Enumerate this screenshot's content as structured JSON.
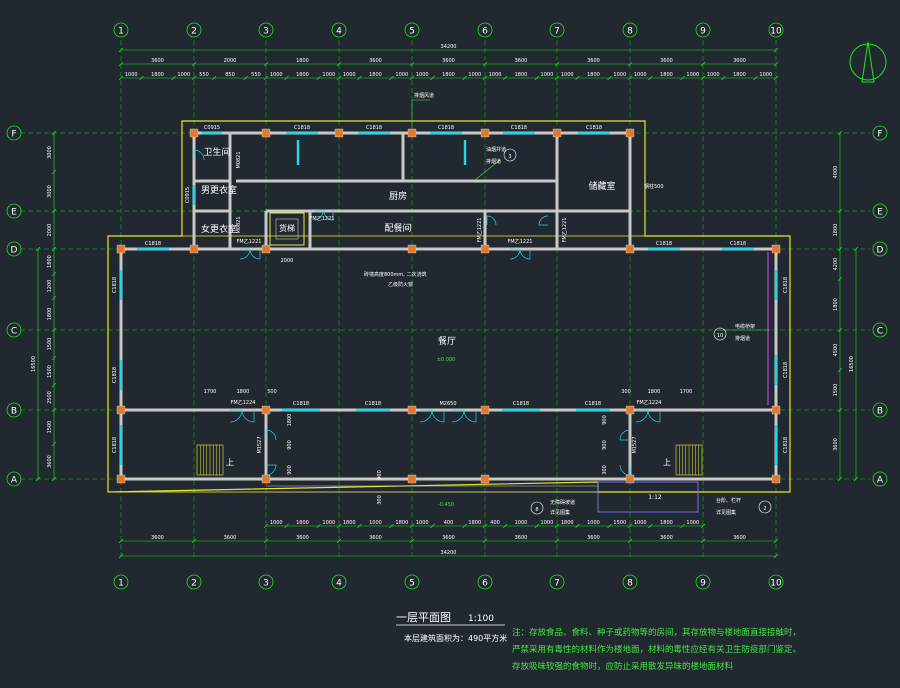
{
  "grid": {
    "columns": [
      "1",
      "2",
      "3",
      "4",
      "5",
      "6",
      "7",
      "8",
      "9",
      "10"
    ],
    "rows": [
      "F",
      "E",
      "D",
      "C",
      "B",
      "A"
    ]
  },
  "dims": {
    "top_overall": "34200",
    "top_bays": [
      "3600",
      "2000",
      "1800",
      "3600",
      "3600",
      "3600",
      "3600",
      "3600",
      "3600"
    ],
    "top_detail": [
      "1000",
      "1800",
      "1000",
      "550",
      "850",
      "550",
      "1000",
      "1800",
      "1000",
      "1000",
      "1800",
      "1000",
      "1000",
      "1800",
      "1000",
      "1000",
      "1800",
      "1000",
      "1000",
      "1800",
      "1000",
      "1000",
      "1800",
      "1000",
      "1000",
      "1800",
      "1000"
    ],
    "left_bays": [
      "3000",
      "3000",
      "2000",
      "1800",
      "1200",
      "1800",
      "1500",
      "1500",
      "2500",
      "1500",
      "3600"
    ],
    "left_overall": "16500",
    "right_bays": [
      "4000",
      "1800",
      "4200",
      "1800",
      "4500",
      "1500",
      "3600"
    ],
    "right_overall": "16500",
    "bottom_detail": [
      "1000",
      "1800",
      "1000",
      "1800",
      "1000",
      "1800",
      "1000",
      "400",
      "1800",
      "400",
      "1000",
      "1000",
      "1800",
      "1000",
      "1500",
      "1000",
      "1800",
      "1000"
    ],
    "bottom_bays": [
      "3600",
      "3600",
      "3600",
      "3600",
      "3600",
      "3600",
      "3600",
      "3600",
      "3600"
    ],
    "bottom_overall": "34200",
    "inner": [
      "1700",
      "1800",
      "500",
      "300",
      "1800",
      "1700",
      "2000",
      "1800",
      "900",
      "900",
      "900",
      "300",
      "900",
      "900",
      "300"
    ]
  },
  "rooms": {
    "toilet": "卫生间",
    "male_locker": "男更衣室",
    "female_locker": "女更衣室",
    "kitchen": "厨房",
    "serving": "配餐间",
    "storage": "储藏室",
    "elevator": "货梯",
    "dining": "餐厅",
    "elev_text": "±0.000",
    "outdoor_elev": "-0.450",
    "up_left": "上",
    "up_right": "上",
    "ramp_ratio": "1:12"
  },
  "windows": {
    "top": [
      "C0915",
      "C1818",
      "C1818",
      "C1818",
      "C1818",
      "C1818"
    ],
    "d_row": [
      "C1818",
      "C1818",
      "C1818"
    ],
    "b_row": [
      "C1818",
      "C1818",
      "M2650",
      "C1818",
      "C1818"
    ],
    "left_side": [
      "C1818",
      "C1818",
      "C1818"
    ],
    "right_side": [
      "C1818",
      "C1818",
      "C1818"
    ],
    "small_left": "C0915"
  },
  "doors": {
    "fmz1": "FM乙1221",
    "fmz2": "FM乙1221",
    "fmz3": "FM乙1221",
    "fmz4": "FM乙1221",
    "fmz5": "FM乙1221",
    "fmz6": "FM乙1224",
    "fmz7": "FM乙1224",
    "m0821a": "M0821",
    "m0821b": "M0821",
    "m1527a": "M1527",
    "m1527b": "M1527"
  },
  "notes": {
    "drain_top": "排烟风道",
    "exhaust": "油烟井道",
    "exhaust2": "排烟道",
    "smoke_right": "电缆桥架",
    "smoke_right2": "排烟道",
    "wall_text": "砖墙高度800mm, 二次浇筑",
    "wall_text2": "乙级防火窗",
    "ramp_note": "无障碍坡道",
    "ramp_note2": "详见图集",
    "right_note": "台阶、栏杆",
    "right_note2": "详见图集",
    "steel_text": "钢柱500",
    "callout_3": "3",
    "callout_10": "10",
    "callout_8": "8",
    "callout_2": "2"
  },
  "title": {
    "name": "一层平面图",
    "scale": "1:100",
    "area": "本层建筑面积为：490平方米"
  },
  "remark": [
    "注：存放食品、食料、种子或药物等的房间，其存放物与楼地面直接接触时，",
    "严禁采用有毒性的材料作为楼地面，材料的毒性应经有关卫生防疫部门鉴定。",
    "存放吸味较强的食物时，应防止采用散发异味的楼地面材料"
  ],
  "colors": {
    "bg": "#212830",
    "axis_line": "#19e619",
    "axis_text": "#ffffff",
    "wall": "#c8c8c8",
    "slab": "#e8e830",
    "window": "#20d8e8",
    "column": "#e07830",
    "note_green": "#40e840",
    "room_text": "#ffffff",
    "ramp": "#7070e8"
  }
}
